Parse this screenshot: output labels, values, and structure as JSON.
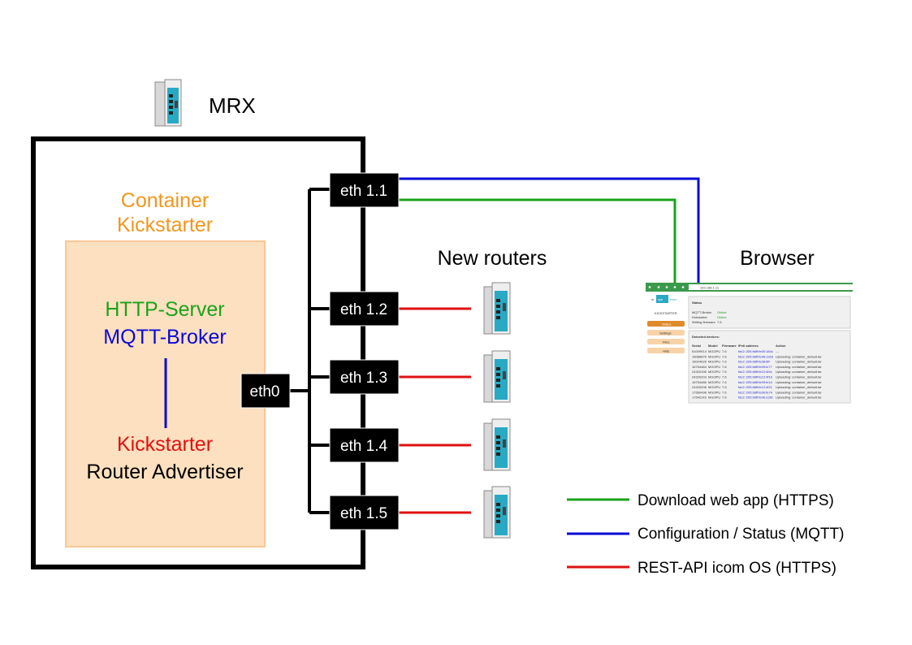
{
  "device": {
    "name": "MRX"
  },
  "container": {
    "title_line1": "Container",
    "title_line2": "Kickstarter",
    "http_server": "HTTP-Server",
    "mqtt_broker": "MQTT-Broker",
    "kickstarter": "Kickstarter",
    "router_advertiser": "Router Advertiser"
  },
  "ports": {
    "eth0": "eth0",
    "eth11": "eth 1.1",
    "eth12": "eth 1.2",
    "eth13": "eth 1.3",
    "eth14": "eth 1.4",
    "eth15": "eth 1.5"
  },
  "sections": {
    "new_routers": "New routers",
    "browser": "Browser"
  },
  "legend": {
    "items": [
      {
        "label": "Download web app (HTTPS)",
        "color": "#1aa31a"
      },
      {
        "label": "Configuration / Status (MQTT)",
        "color": "#0a0ad6"
      },
      {
        "label": "REST-API icom OS (HTTPS)",
        "color": "#e01010"
      }
    ]
  },
  "colors": {
    "orange_text": "#f0961e",
    "green": "#1aa31a",
    "blue": "#0a0ad6",
    "red": "#e01010",
    "container_fill": "#fde0bf",
    "container_border": "#f9c795"
  },
  "browser": {
    "url": "192.168.1.11",
    "logo_left": "in",
    "logo_mid": "sys",
    "logo_right": "icom",
    "app_name": "KICKSTARTER",
    "nav": [
      "Status",
      "Settings",
      "Files",
      "Help"
    ],
    "status_title": "Status",
    "status_rows": [
      [
        "MQTT-Broker",
        "Online"
      ],
      [
        "Kickstarter",
        "Online"
      ],
      [
        "Writing firmware",
        "7.6"
      ]
    ],
    "devices_title": "Detected devices:",
    "columns": [
      "Serial",
      "Model",
      "Firmware",
      "IPv6 address",
      "Action"
    ],
    "rows": [
      [
        "51009914",
        "MGOPU",
        "7.6",
        "fdc2::205:b6ff:fe00:184c",
        "---"
      ],
      [
        "16086876",
        "MGOPU",
        "7.6",
        "fdc2::205:b6ff:fe06:132d",
        "Uploading: container_default.tar"
      ],
      [
        "16024026",
        "MGOPU",
        "7.6",
        "fdc2::205:b6ff:fe08:6ff",
        "Uploading: container_default.tar"
      ],
      [
        "16754484",
        "MGOPU",
        "7.6",
        "fdc2::205:b6ff:fe09:fc77",
        "Uploading: container_default.tar"
      ],
      [
        "24320196",
        "MGOPU",
        "7.6",
        "fdc2::205:b6ff:fe12:4f4c",
        "Uploading: container_default.tar"
      ],
      [
        "24320203",
        "MGOPU",
        "7.6",
        "fdc2::205:b6ff:fe12:4f16",
        "Uploading: container_default.tar"
      ],
      [
        "16754486",
        "MGOPU",
        "7.6",
        "fdc2::205:b6ff:fe09:fc1d",
        "Uploading: container_default.tar"
      ],
      [
        "24320208",
        "MGOPU",
        "7.6",
        "fdc2::205:b6ff:fe12:4f21",
        "Uploading: container_default.tar"
      ],
      [
        "17560498",
        "MGOPU",
        "7.6",
        "fdc2::205:b6ff:fe0b:fe74",
        "Uploading: container_default.tar"
      ],
      [
        "17542143",
        "MGOPU",
        "7.6",
        "fdc2::205:b6ff:fe0b:cc56",
        "Uploading: container_default.tar"
      ]
    ]
  }
}
